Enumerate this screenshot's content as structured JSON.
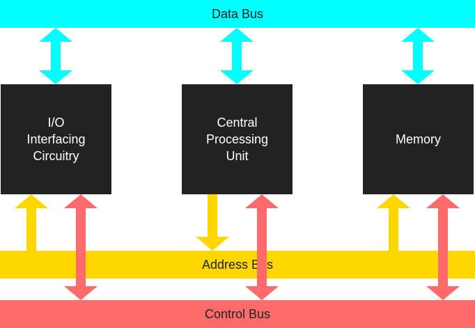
{
  "colors": {
    "data_bus": "#00FFFF",
    "address_bus": "#FFD700",
    "control_bus": "#FF6B6B",
    "block": "#222222",
    "block_text": "#FFFFFF",
    "bus_text": "#222222"
  },
  "buses": {
    "data": "Data Bus",
    "address": "Address Bus",
    "control": "Control Bus"
  },
  "blocks": {
    "io": "I/O\nInterfacing\nCircuitry",
    "cpu": "Central\nProcessing\nUnit",
    "memory": "Memory"
  },
  "connections": [
    {
      "block": "io",
      "bus": "data",
      "direction": "bidirectional"
    },
    {
      "block": "cpu",
      "bus": "data",
      "direction": "bidirectional"
    },
    {
      "block": "memory",
      "bus": "data",
      "direction": "bidirectional"
    },
    {
      "block": "io",
      "bus": "address",
      "direction": "to-block"
    },
    {
      "block": "cpu",
      "bus": "address",
      "direction": "to-bus"
    },
    {
      "block": "memory",
      "bus": "address",
      "direction": "to-block"
    },
    {
      "block": "io",
      "bus": "control",
      "direction": "bidirectional"
    },
    {
      "block": "cpu",
      "bus": "control",
      "direction": "bidirectional"
    },
    {
      "block": "memory",
      "bus": "control",
      "direction": "bidirectional"
    }
  ]
}
